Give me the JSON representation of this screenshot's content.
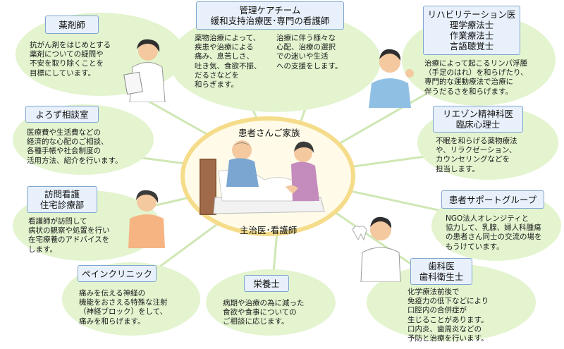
{
  "center": {
    "top_label": "患者さんご家族",
    "bottom_label": "主治医･看護師"
  },
  "nodes": {
    "pharmacist": {
      "title": [
        "薬剤師"
      ],
      "desc": [
        "抗がん剤をはじめとする",
        "薬剤についての疑問や",
        "不安を取り除くことを",
        "目標にしています。"
      ]
    },
    "care_team": {
      "title": [
        "管理ケアチーム"
      ],
      "subtitle": "緩和支持治療医･専門の看護師",
      "desc_left": [
        "薬物治療によって、",
        "疾患や治療による",
        "痛み、息苦しさ、",
        "吐き気、食欲不振、",
        "だるさなどを",
        "和らぎます。"
      ],
      "desc_right": [
        "治療に伴う様々な",
        "心配、治療の選択",
        "での迷いや生活",
        "への支援をします。"
      ]
    },
    "rehab": {
      "title": [
        "リハビリテーション医",
        "理学療法士",
        "作業療法士",
        "言語聴覚士"
      ],
      "desc": [
        "治療によって起こるリンパ浮腫",
        "（手足のはれ）を和らげたり、",
        "専門的な運動療法で治療に",
        "伴うだるさを和らげます。"
      ]
    },
    "consult": {
      "title": [
        "よろず相談室"
      ],
      "desc": [
        "医療費や生活費などの",
        "経済的な心配のご相談、",
        "各種手帳や社会制度の",
        "活用方法、紹介を行います。"
      ]
    },
    "psych": {
      "title": [
        "リエゾン精神科医",
        "臨床心理士"
      ],
      "desc": [
        "不眠を和らげる薬物療法",
        "や、リラクゼーション、",
        "カウンセリングなどを",
        "担当します。"
      ]
    },
    "home_nursing": {
      "title": [
        "訪問看護",
        "住宅診療部"
      ],
      "desc": [
        "看護師が訪問して",
        "病状の観察や処置を行い",
        "在宅療養のアドバイスを",
        "します。"
      ]
    },
    "support_group": {
      "title": [
        "患者サポートグループ"
      ],
      "desc": [
        "NGO法人オレンジティと",
        "協力して、乳腺、婦人科腫瘍",
        "の患者さん同士の交流の場を",
        "もうけています。"
      ]
    },
    "pain_clinic": {
      "title": [
        "ペインクリニック"
      ],
      "desc": [
        "痛みを伝える神経の",
        "機能をおさえる特殊な注射",
        "（神経ブロック）をして、",
        "痛みを和らげます。"
      ]
    },
    "nutrition": {
      "title": [
        "栄養士"
      ],
      "desc": [
        "病期や治療の為に減った",
        "食欲や食事についての",
        "ご相談に応じます。"
      ]
    },
    "dental": {
      "title": [
        "歯科医",
        "歯科衛生士"
      ],
      "desc": [
        "化学療法前後で",
        "免疫力の低下などにより",
        "口腔内の合併症が",
        "生じることがあります。",
        "口内炎、歯周炎などの",
        "予防と治療を行います。"
      ]
    }
  },
  "colors": {
    "bubble": "#e3f4cf",
    "label_bg": "#e8f1fb",
    "label_border": "#7fa6cf",
    "ray": "#cfe7b4",
    "center_ring": "#f5dc8a"
  }
}
